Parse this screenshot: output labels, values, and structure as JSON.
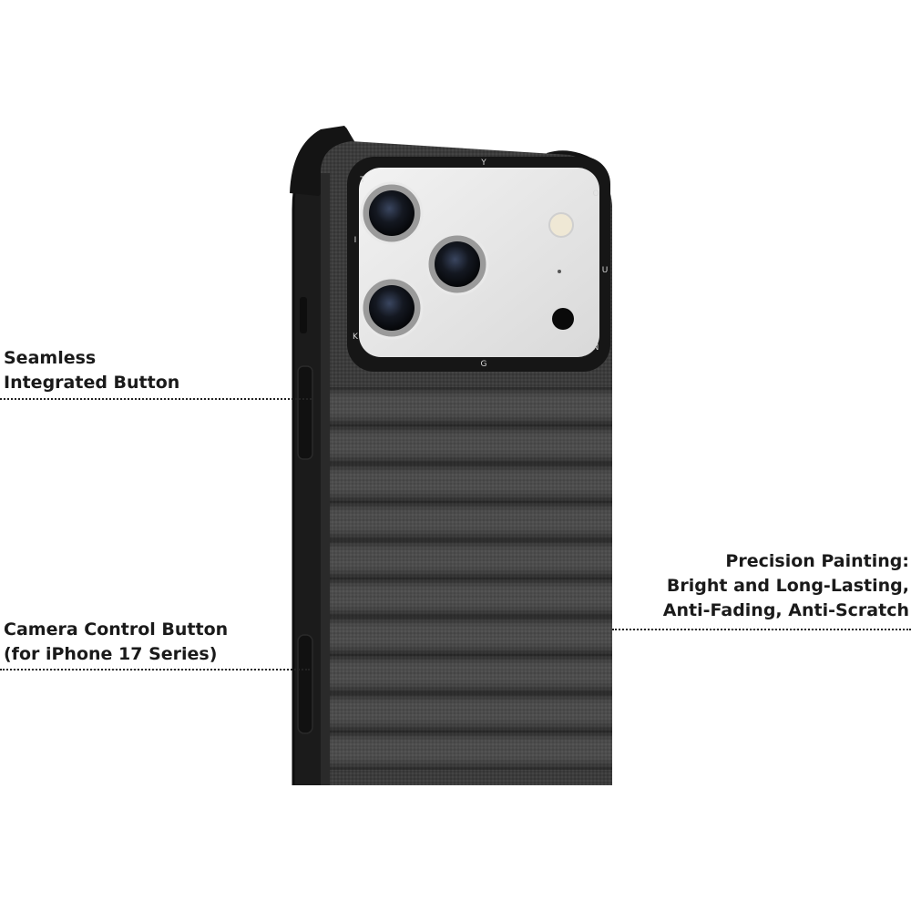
{
  "callouts": {
    "seamless_button": {
      "line1": "Seamless",
      "line2": "Integrated Button"
    },
    "camera_control": {
      "line1": "Camera Control Button",
      "line2": "(for iPhone 17 Series)"
    },
    "precision_painting": {
      "line1": "Precision Painting:",
      "line2": "Bright and Long-Lasting,",
      "line3": "Anti-Fading, Anti-Scratch"
    }
  },
  "camera_ring_letters": [
    "Y",
    "O",
    "U",
    "N",
    "G",
    "K",
    "I",
    "T"
  ],
  "colors": {
    "case_fabric": "#3a3a3a",
    "case_bumper": "#1a1a1a",
    "phone_body": "#e6e6e6",
    "text": "#1a1a1a"
  }
}
